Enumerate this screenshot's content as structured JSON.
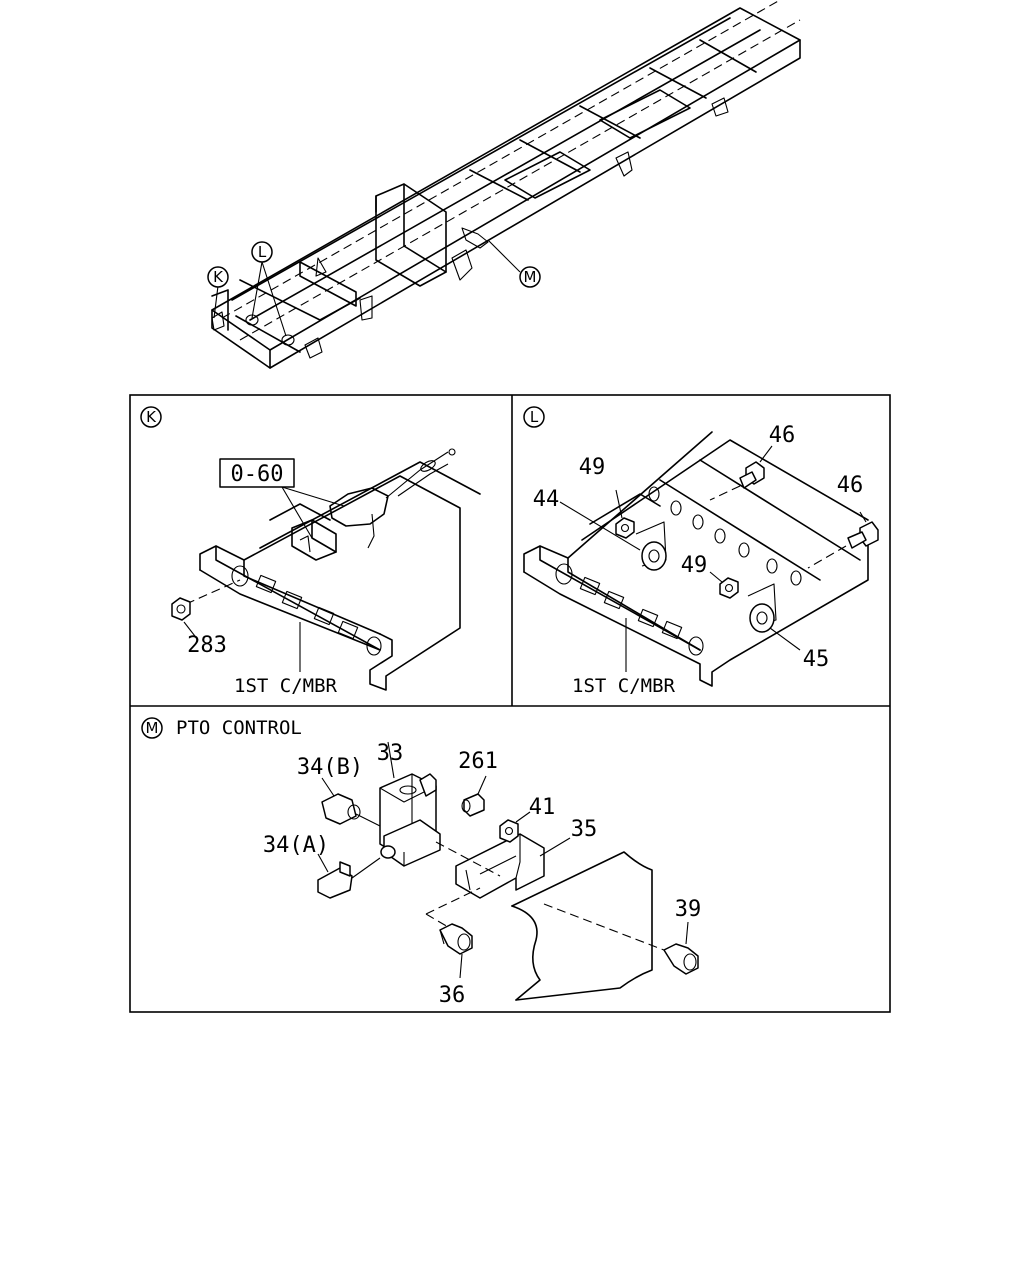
{
  "overview": {
    "callout_k": "K",
    "callout_l": "L",
    "callout_m": "M"
  },
  "panel_k": {
    "marker": "K",
    "ref_box": "0-60",
    "part_283": "283",
    "member_caption": "1ST C/MBR"
  },
  "panel_l": {
    "marker": "L",
    "part_46a": "46",
    "part_46b": "46",
    "part_49a": "49",
    "part_49b": "49",
    "part_44": "44",
    "part_45": "45",
    "member_caption": "1ST C/MBR"
  },
  "panel_m": {
    "marker": "M",
    "title": "PTO CONTROL",
    "part_33": "33",
    "part_34b": "34(B)",
    "part_34a": "34(A)",
    "part_261": "261",
    "part_41": "41",
    "part_35": "35",
    "part_39": "39",
    "part_36": "36"
  }
}
